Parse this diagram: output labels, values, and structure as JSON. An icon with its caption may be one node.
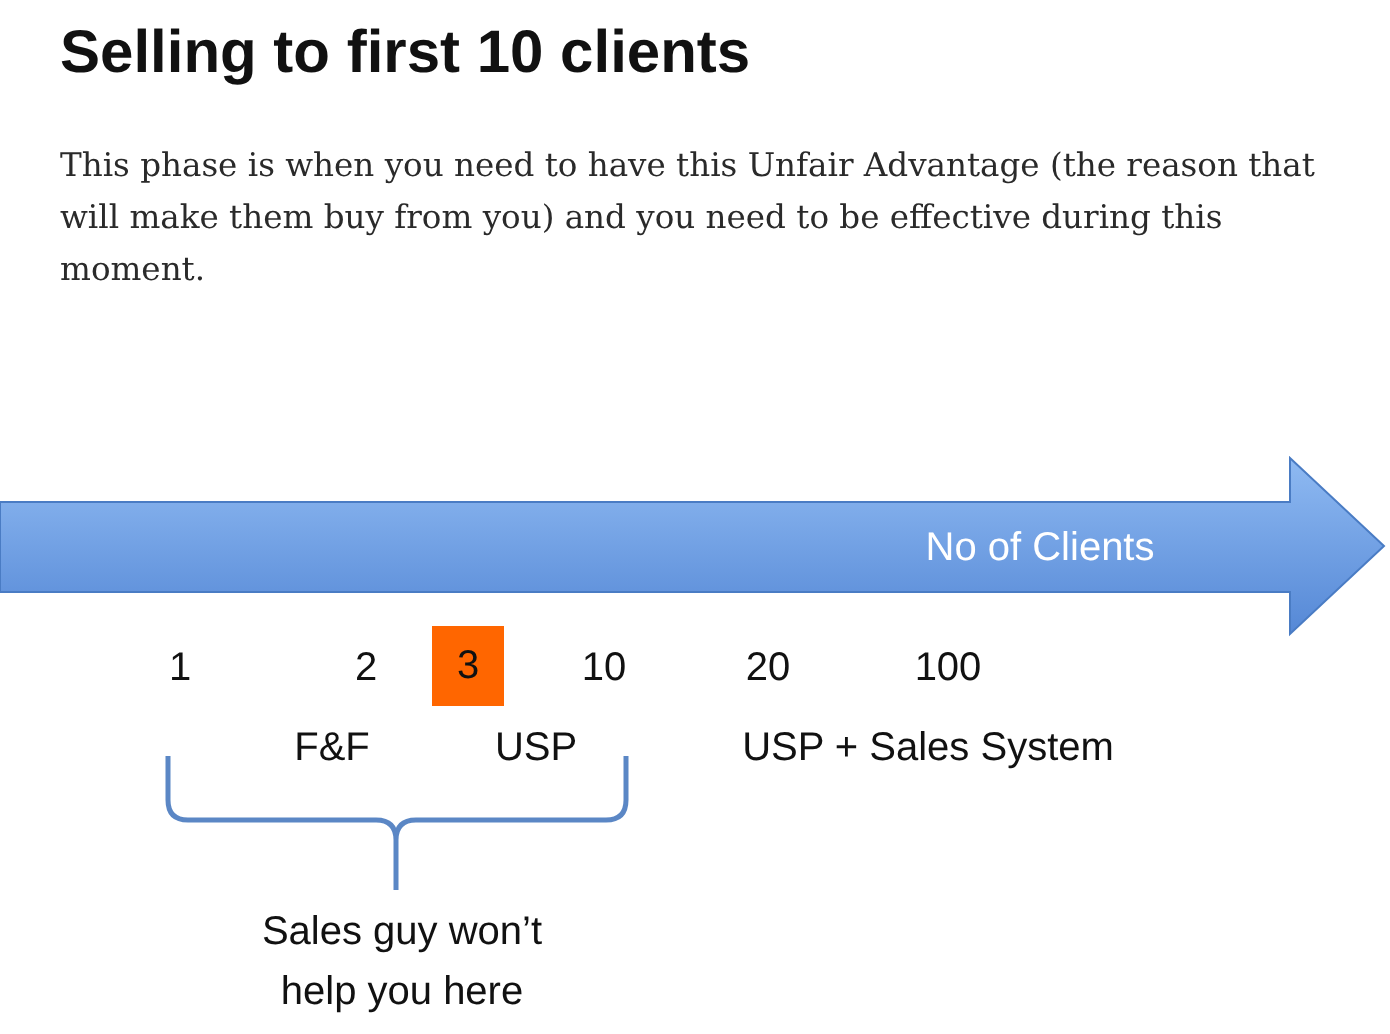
{
  "diagram": {
    "title": "Selling to first 10 clients",
    "nodes": [
      {
        "text": [
          "No of Clients"
        ]
      },
      {
        "text": [
          "3"
        ]
      }
    ],
    "labels": [
      "This phase is when you need to have this Unfair Advantage (the reason that will make them buy from you) and you need to be effective during this moment.",
      "1",
      "2",
      "10",
      "20",
      "100",
      "F&F",
      "USP",
      "USP + Sales System",
      "Sales guy won’t help you here"
    ]
  }
}
